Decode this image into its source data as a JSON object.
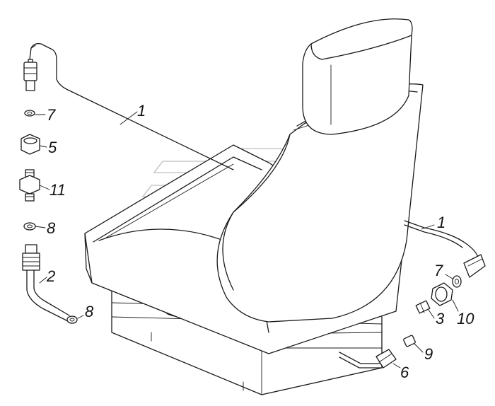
{
  "callouts": [
    {
      "id": "c1a",
      "text": "1"
    },
    {
      "id": "c1b",
      "text": "1"
    },
    {
      "id": "c2",
      "text": "2"
    },
    {
      "id": "c3",
      "text": "3"
    },
    {
      "id": "c5",
      "text": "5"
    },
    {
      "id": "c6",
      "text": "6"
    },
    {
      "id": "c7a",
      "text": "7"
    },
    {
      "id": "c7b",
      "text": "7"
    },
    {
      "id": "c8a",
      "text": "8"
    },
    {
      "id": "c8b",
      "text": "8"
    },
    {
      "id": "c9",
      "text": "9"
    },
    {
      "id": "c10",
      "text": "10"
    },
    {
      "id": "c11",
      "text": "11"
    }
  ],
  "colors": {
    "line": "#1a1a1a",
    "watermark": "#c9c9c9",
    "background": "#ffffff"
  }
}
